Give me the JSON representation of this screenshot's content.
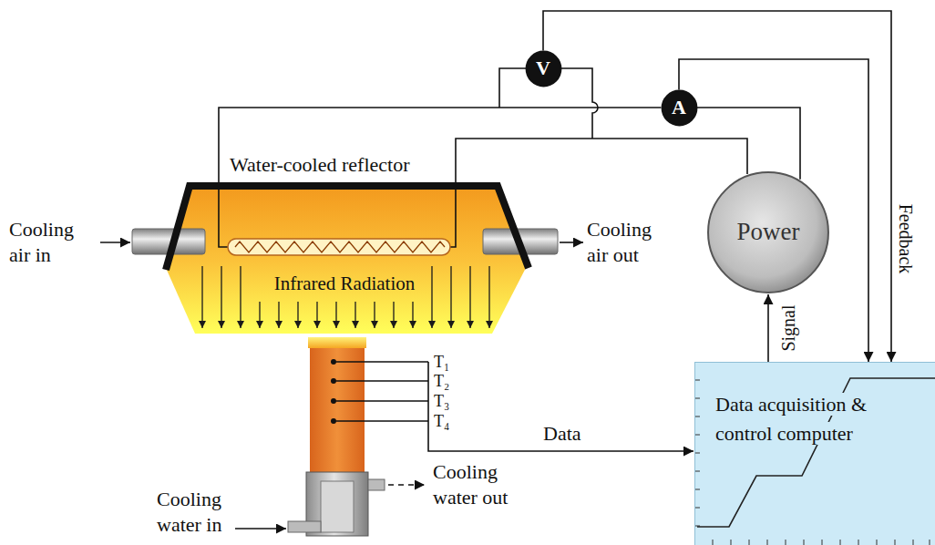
{
  "diagram": {
    "nodes": [
      {
        "text": [
          "V"
        ]
      },
      {
        "text": [
          "A"
        ]
      },
      {
        "text": [
          "Water-cooled reflector",
          "Infrared Radiation"
        ]
      },
      {
        "text": [
          "Power"
        ]
      },
      {
        "text": [
          "Data acquisition & control computer"
        ]
      }
    ],
    "edges": [
      {
        "from": 4,
        "to": 3,
        "arrow": "to",
        "label": "Signal"
      },
      {
        "from": 0,
        "to": 4,
        "arrow": "to",
        "label": "Feedback"
      },
      {
        "from": 1,
        "to": 4,
        "arrow": "to"
      },
      {
        "from": 1,
        "to": 3,
        "arrow": "none"
      },
      {
        "from": 1,
        "to": 2,
        "arrow": "none"
      },
      {
        "from": 3,
        "to": 2,
        "arrow": "none"
      }
    ],
    "labels": [
      "Cooling air in",
      "Cooling air out",
      "T₁",
      "T₂",
      "T₃",
      "T₄",
      "Data",
      "Cooling water out",
      "Cooling water in"
    ]
  }
}
